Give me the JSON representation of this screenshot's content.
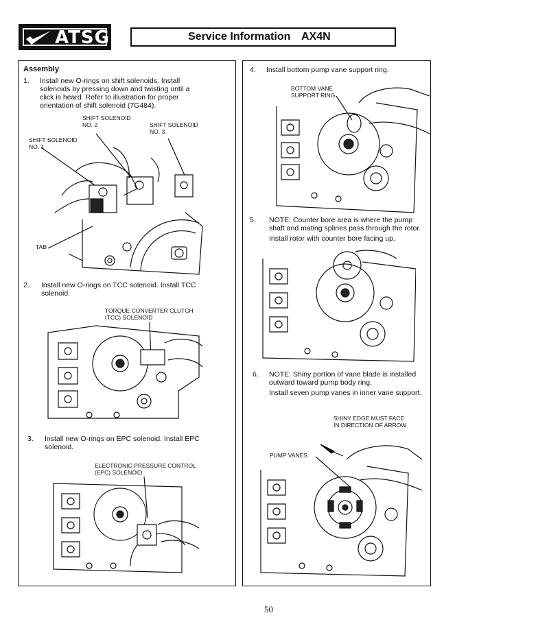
{
  "header": {
    "logo_text": "ATSG",
    "title": "Service Information",
    "model": "AX4N"
  },
  "left": {
    "heading": "Assembly",
    "steps": [
      {
        "num": "1.",
        "lines": [
          "Install new O-rings on shift solenoids. Install",
          "solenoids by pressing down and twisting until a",
          "click is heard. Refer to illustration for proper",
          "orientation of shift solenoid (7G484)."
        ]
      },
      {
        "num": "2.",
        "lines": [
          "Install new O-rings on TCC solenoid. Install TCC",
          "solenoid."
        ]
      },
      {
        "num": "3.",
        "lines": [
          "Install new O-rings on EPC solenoid. Install EPC",
          "solenoid."
        ]
      }
    ],
    "labels": {
      "shift2": [
        "SHIFT SOLENOID",
        "NO. 2"
      ],
      "shift3": [
        "SHIFT SOLENOID",
        "NO. 3"
      ],
      "shift1": [
        "SHIFT SOLENOID",
        "NO. 1"
      ],
      "tab": "TAB",
      "tcc": [
        "TORQUE CONVERTER CLUTCH",
        "(TCC) SOLENOID"
      ],
      "epc": [
        "ELECTRONIC PRESSURE CONTROL",
        "(EPC) SOLENOID"
      ]
    }
  },
  "right": {
    "steps": [
      {
        "num": "4.",
        "lines": [
          "Install bottom pump vane support ring."
        ]
      },
      {
        "num": "5.",
        "lines": [
          "NOTE: Counter bore area is where the pump",
          "shaft and mating splines pass through the rotor.",
          "Install rotor with counter bore facing up."
        ]
      },
      {
        "num": "6.",
        "lines": [
          "NOTE: Shiny portion of vane blade is installed",
          "outward toward pump body ring.",
          "Install seven pump vanes in inner vane support."
        ]
      }
    ],
    "labels": {
      "bottom_vane": [
        "BOTTOM VANE",
        "SUPPORT RING"
      ],
      "shiny_edge": [
        "SHINY EDGE MUST FACE",
        "IN DIRECTION OF ARROW"
      ],
      "pump_vanes": "PUMP VANES"
    }
  },
  "footer": {
    "page": "50"
  }
}
